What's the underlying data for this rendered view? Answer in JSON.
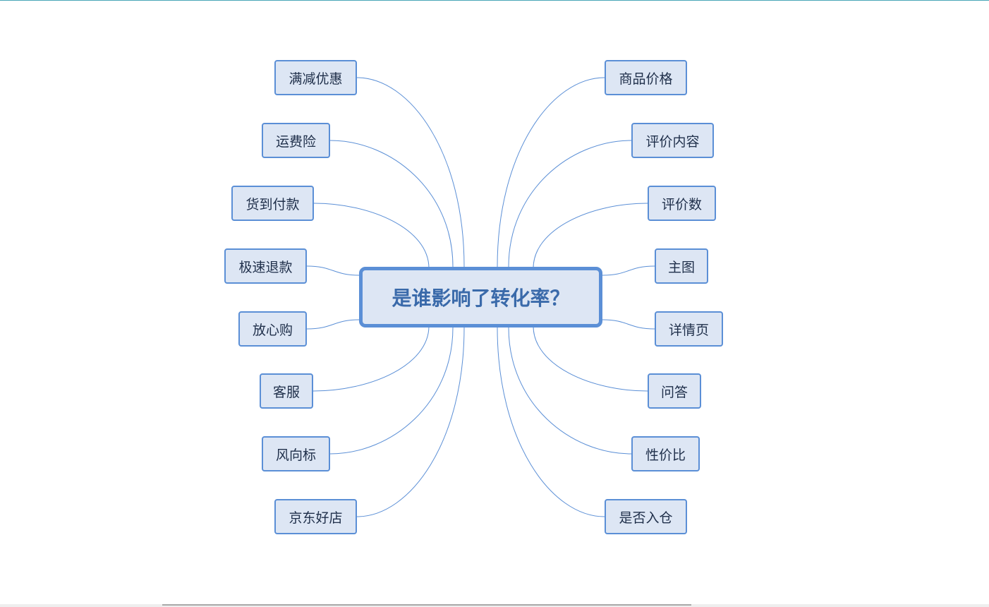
{
  "mindmap": {
    "center": "是谁影响了转化率？",
    "left_topics": [
      "满减优惠",
      "运费险",
      "货到付款",
      "极速退款",
      "放心购",
      "客服",
      "风向标",
      "京东好店"
    ],
    "right_topics": [
      "商品价格",
      "评价内容",
      "评价数",
      "主图",
      "详情页",
      "问答",
      "性价比",
      "是否入仓"
    ]
  },
  "colors": {
    "node_fill": "#dde6f4",
    "node_border": "#5b8fd6",
    "connector": "#5b8fd6",
    "center_text": "#3a6aaa",
    "topic_text": "#1f2f4a"
  }
}
